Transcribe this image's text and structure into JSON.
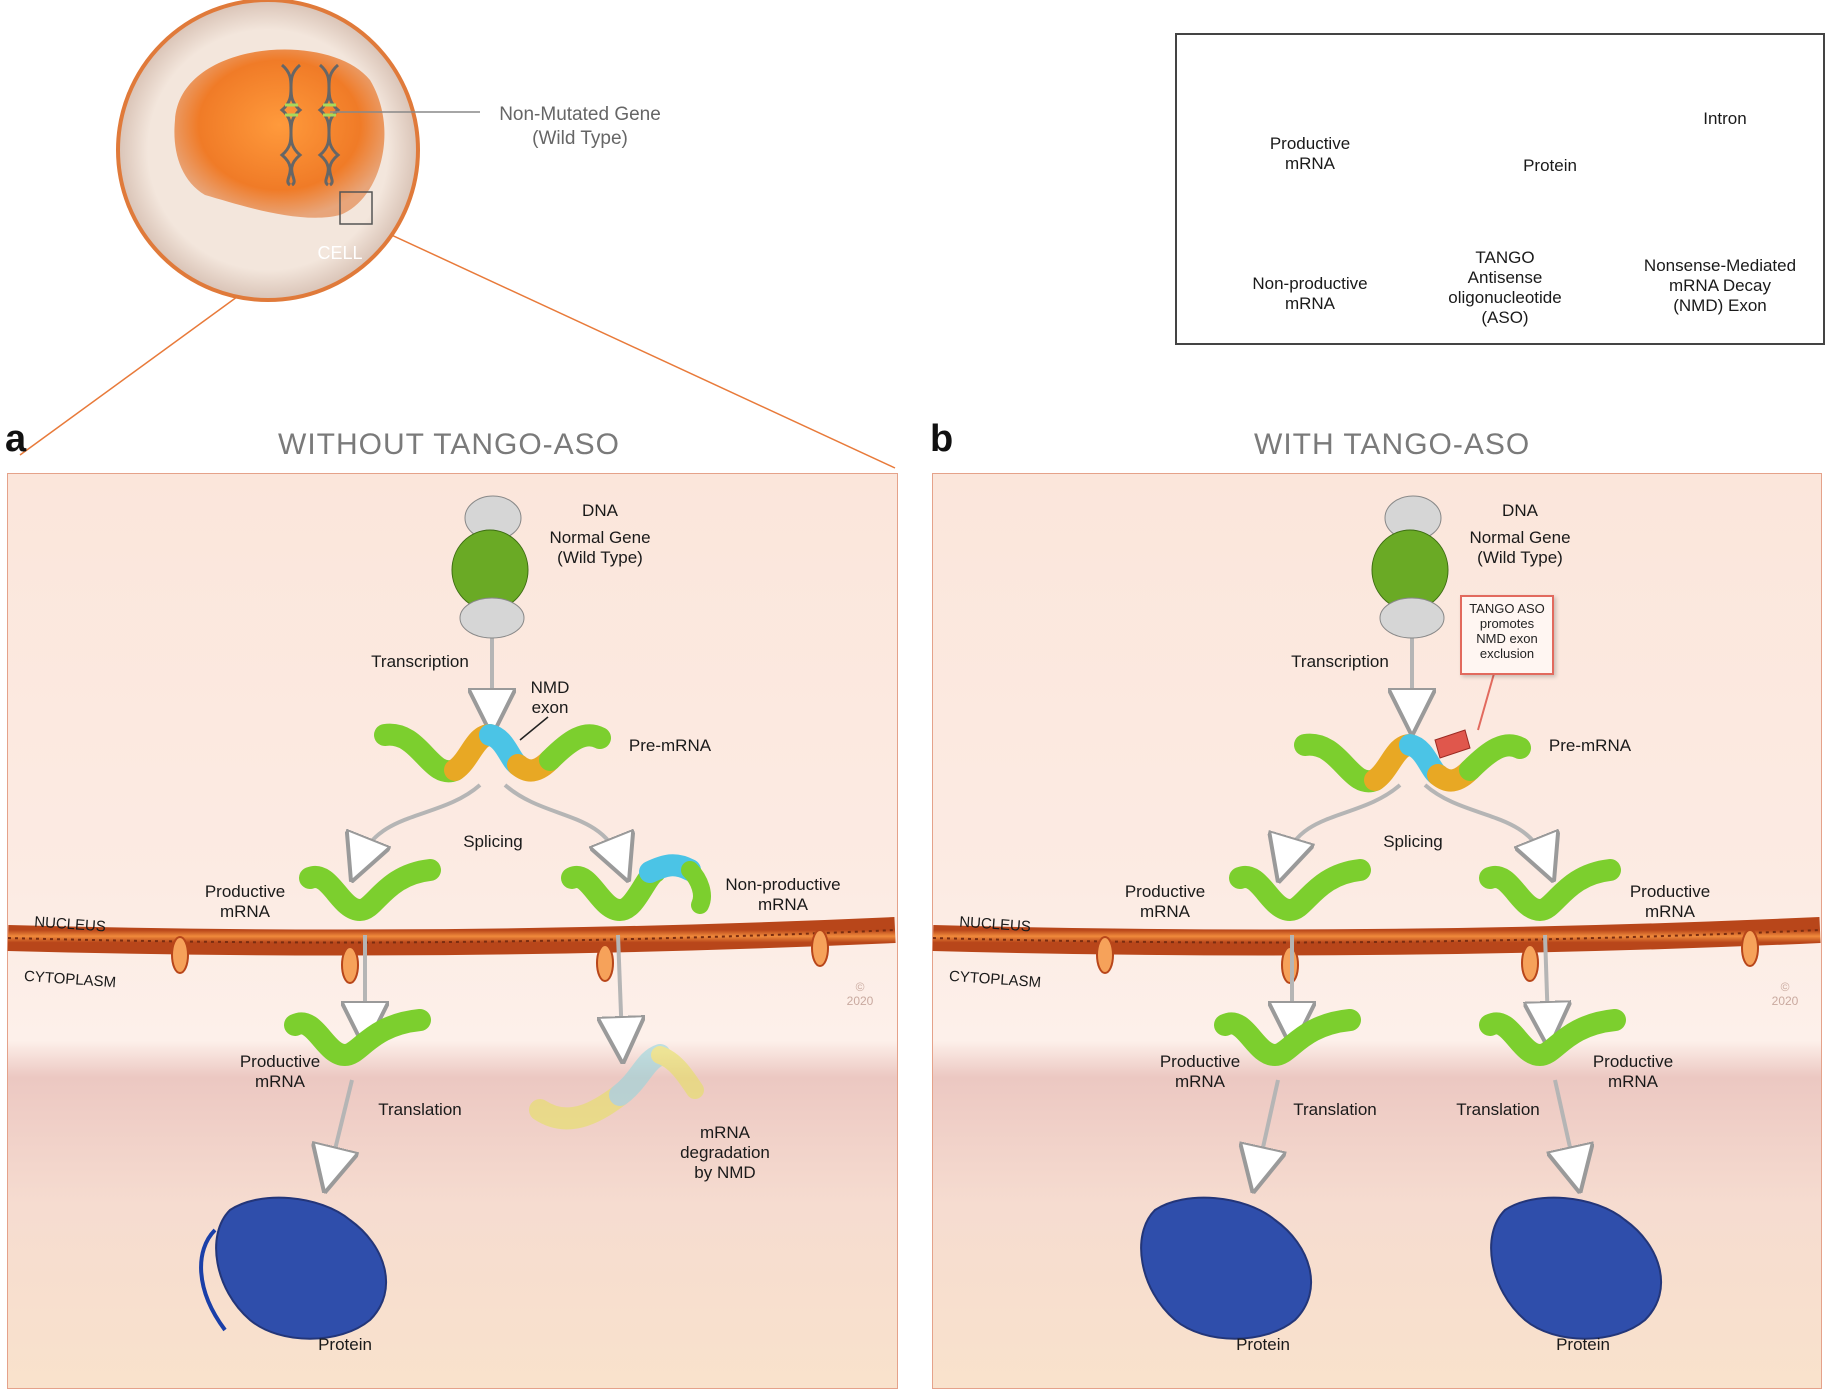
{
  "colors": {
    "mrna_green": "#7ccf2e",
    "intron_orange": "#e8a824",
    "nmd_cyan": "#4bc4e6",
    "aso_red": "#e0574c",
    "protein_blue": "#1a3fa8",
    "membrane_orange": "#e0732e",
    "cell_orange": "#f07b27"
  },
  "cell": {
    "label": "CELL",
    "gene_label_line1": "Non-Mutated Gene",
    "gene_label_line2": "(Wild Type)"
  },
  "legend": {
    "productive": [
      "Productive",
      "mRNA"
    ],
    "protein": "Protein",
    "intron": "Intron",
    "nonproductive": [
      "Non-productive",
      "mRNA"
    ],
    "aso": [
      "TANGO",
      "Antisense",
      "oligonucleotide",
      "(ASO)"
    ],
    "nmd_exon": [
      "Nonsense-Mediated",
      "mRNA Decay",
      "(NMD) Exon"
    ]
  },
  "panel_a": {
    "letter": "a",
    "title": "WITHOUT TANGO-ASO",
    "dna": "DNA",
    "gene": [
      "Normal Gene",
      "(Wild Type)"
    ],
    "transcription": "Transcription",
    "nmd_exon": [
      "NMD",
      "exon"
    ],
    "pre_mrna": "Pre-mRNA",
    "splicing": "Splicing",
    "productive_left": [
      "Productive",
      "mRNA"
    ],
    "nonproductive": [
      "Non-productive",
      "mRNA"
    ],
    "nucleus": "NUCLEUS",
    "cytoplasm": "CYTOPLASM",
    "productive_bottom": [
      "Productive",
      "mRNA"
    ],
    "translation": "Translation",
    "degradation": [
      "mRNA",
      "degradation",
      "by NMD"
    ],
    "protein": "Protein",
    "signature": [
      "©",
      "2020"
    ]
  },
  "panel_b": {
    "letter": "b",
    "title": "WITH TANGO-ASO",
    "dna": "DNA",
    "gene": [
      "Normal Gene",
      "(Wild Type)"
    ],
    "transcription": "Transcription",
    "callout": [
      "TANGO ASO",
      "promotes",
      "NMD exon",
      "exclusion"
    ],
    "pre_mrna": "Pre-mRNA",
    "splicing": "Splicing",
    "productive_left": [
      "Productive",
      "mRNA"
    ],
    "productive_right": [
      "Productive",
      "mRNA"
    ],
    "nucleus": "NUCLEUS",
    "cytoplasm": "CYTOPLASM",
    "productive_bottom_left": [
      "Productive",
      "mRNA"
    ],
    "productive_bottom_right": [
      "Productive",
      "mRNA"
    ],
    "translation_left": "Translation",
    "translation_right": "Translation",
    "protein_left": "Protein",
    "protein_right": "Protein",
    "signature": [
      "©",
      "2020"
    ]
  }
}
